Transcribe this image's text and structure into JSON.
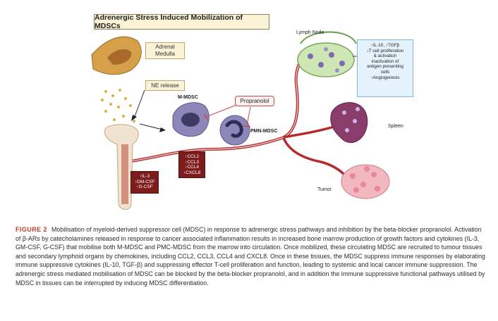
{
  "figure": {
    "title": "Adrenergic Stress Induced Mobilization of MDSCs",
    "labels": {
      "adrenal_medulla_line1": "Adrenal",
      "adrenal_medulla_line2": "Medulla",
      "ne_release": "NE release",
      "m_mdsc": "M-MDSC",
      "pmn_mdsc": "PMN-MDSC",
      "propranolol": "Propranolol",
      "lymph_node": "Lymph Node",
      "spleen": "Spleen",
      "tumor": "Tumor"
    },
    "effects_box": [
      "↑IL-10, ↑TGFβ",
      "↓T cell proliferation",
      "& activation",
      "inactivation of",
      "antigen presenting",
      "cells",
      "↑Angiogenesis"
    ],
    "chemokines": [
      "↑CCL2",
      "↑CCL3",
      "↑CCL4",
      "↑CXCL8"
    ],
    "cytokines": [
      "↑IL-3",
      "↑GM-CSF",
      "↑G-CSF"
    ],
    "colors": {
      "title_bg": "#fbf3d6",
      "vessel": "#b52a2a",
      "red_box": "#7d1c1c",
      "cell": "#8c87b8",
      "effects_bg": "#e3f2fb",
      "fig_label": "#c0392b"
    }
  },
  "caption": {
    "label": "FIGURE 2",
    "text": "Mobilisation of myeloid-derived suppressor cell (MDSC) in response to adrenergic stress pathways and inhibition by the beta-blocker propranolol. Activation of β-ARs by catecholamines released in response to cancer associated inflammation results in increased bone marrow production of growth factors and cytokines (IL-3, GM-CSF, G-CSF) that mobilise both M-MDSC and PMC-MDSC from the marrow into circulation. Once mobilized, these circulating MDSC are recruited to tumour tissues and secondary lymphoid organs by chemokines, including CCL2, CCL3, CCL4 and CXCL8. Once in these tissues, the MDSC suppress immune responses by elaborating immune suppressive cytokines (IL-10, TGF-β) and suppressing effector T-cell proliferation and function, leading to systemic and local cancer immune suppression. The adrenergic stress mediated mobilisation of MDSC can be blocked by the beta-blocker propranolol, and in addition the immune suppressive functional pathways utilised by MDSC in tissues can be interrupted by inducing MDSC differentiation."
  }
}
